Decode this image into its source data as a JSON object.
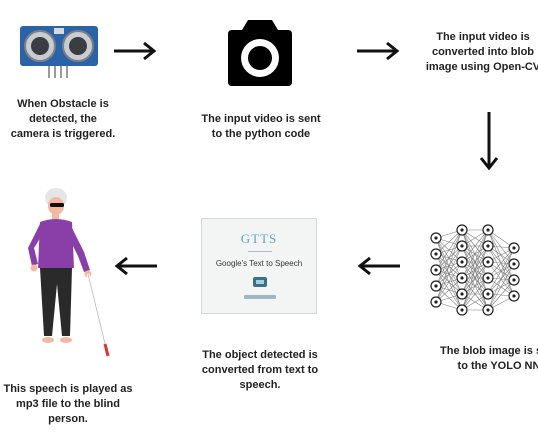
{
  "colors": {
    "arrow": "#111111",
    "camera": "#000000",
    "sensor_board": "#2b63a8",
    "gtts_title": "#5aa6c9",
    "person_shirt": "#8a3fa8",
    "person_pants": "#2a2a2a",
    "person_skin": "#f2b8a2"
  },
  "icons": {
    "sensor": "ultrasonic-sensor-icon",
    "camera": "camera-icon",
    "network": "neural-network-icon",
    "person": "blind-person-icon"
  },
  "captions": {
    "sensor": [
      "When Obstacle is",
      "detected, the",
      "camera is triggered."
    ],
    "camera": [
      "The input video is sent",
      "to the python code"
    ],
    "blob": [
      "The input video is",
      "converted into blob",
      "image using Open-CV"
    ],
    "yolo": [
      "The blob image is sent",
      "to the YOLO NN"
    ],
    "gtts": [
      "The object detected is",
      "converted from text to",
      "speech."
    ],
    "person": [
      "This speech is played as",
      "mp3 file to the blind",
      "person."
    ]
  },
  "gtts_card": {
    "title": "GTTS",
    "subtitle": "Google's Text to Speech"
  }
}
